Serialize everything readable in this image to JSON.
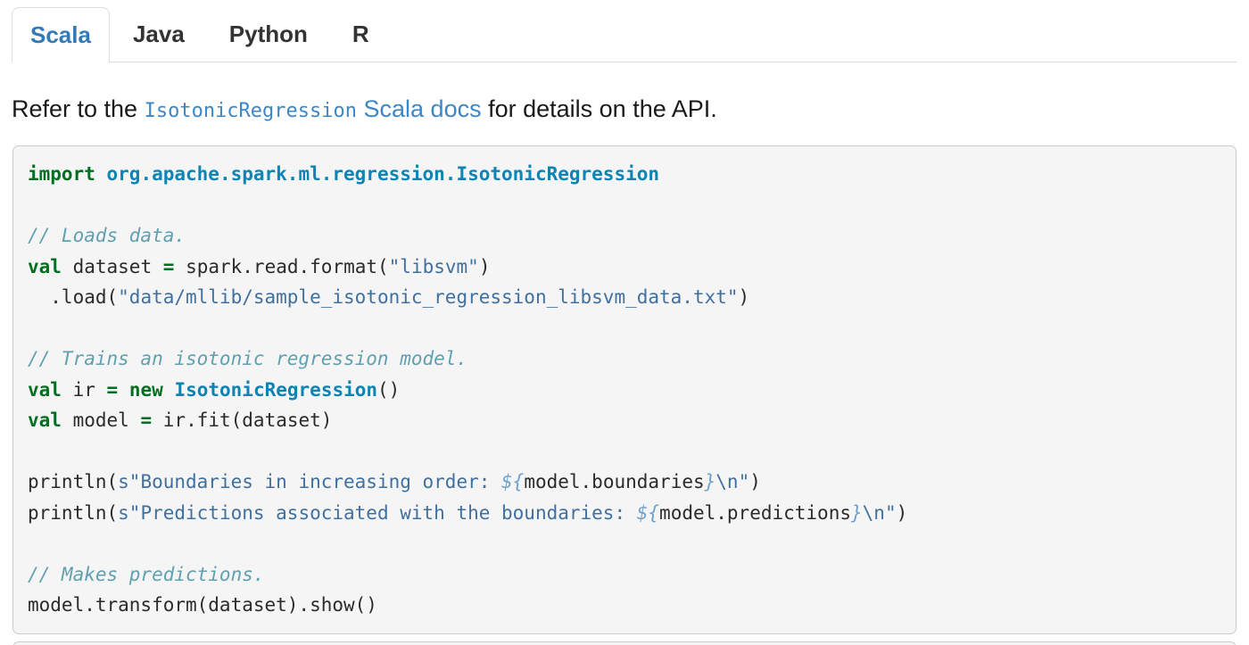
{
  "tabs": [
    {
      "label": "Scala",
      "active": true
    },
    {
      "label": "Java",
      "active": false
    },
    {
      "label": "Python",
      "active": false
    },
    {
      "label": "R",
      "active": false
    }
  ],
  "paragraph": {
    "prefix": "Refer to the ",
    "link_code": "IsotonicRegression",
    "link_text": " Scala docs",
    "suffix": " for details on the API."
  },
  "colors": {
    "link_blue": "#3e86c6",
    "tab_active_blue": "#337ab7",
    "tab_inactive_text": "#333333",
    "code_background": "#f5f5f5",
    "code_border": "#cccccc",
    "keyword_green": "#007020",
    "class_blue": "#0e84b5",
    "comment_teal": "#60a0b0",
    "string_blue": "#4070a0",
    "interpolation_blue": "#70a0d0"
  },
  "code": {
    "language": "scala",
    "lines": [
      [
        [
          "k",
          "import"
        ],
        [
          "w",
          " "
        ],
        [
          "nn",
          "org.apache.spark.ml.regression.IsotonicRegression"
        ]
      ],
      [],
      [
        [
          "c1",
          "// Loads data."
        ]
      ],
      [
        [
          "k",
          "val"
        ],
        [
          "w",
          " "
        ],
        [
          "n",
          "dataset"
        ],
        [
          "w",
          " "
        ],
        [
          "o",
          "="
        ],
        [
          "w",
          " "
        ],
        [
          "n",
          "spark.read.format("
        ],
        [
          "s",
          "\"libsvm\""
        ],
        [
          "n",
          ")"
        ]
      ],
      [
        [
          "n",
          "  .load("
        ],
        [
          "s",
          "\"data/mllib/sample_isotonic_regression_libsvm_data.txt\""
        ],
        [
          "n",
          ")"
        ]
      ],
      [],
      [
        [
          "c1",
          "// Trains an isotonic regression model."
        ]
      ],
      [
        [
          "k",
          "val"
        ],
        [
          "w",
          " "
        ],
        [
          "n",
          "ir"
        ],
        [
          "w",
          " "
        ],
        [
          "o",
          "="
        ],
        [
          "w",
          " "
        ],
        [
          "k",
          "new"
        ],
        [
          "w",
          " "
        ],
        [
          "nc",
          "IsotonicRegression"
        ],
        [
          "n",
          "()"
        ]
      ],
      [
        [
          "k",
          "val"
        ],
        [
          "w",
          " "
        ],
        [
          "n",
          "model"
        ],
        [
          "w",
          " "
        ],
        [
          "o",
          "="
        ],
        [
          "w",
          " "
        ],
        [
          "n",
          "ir.fit(dataset)"
        ]
      ],
      [],
      [
        [
          "n",
          "println("
        ],
        [
          "s",
          "s\"Boundaries in increasing order: "
        ],
        [
          "si",
          "${"
        ],
        [
          "n",
          "model.boundaries"
        ],
        [
          "si",
          "}"
        ],
        [
          "se",
          "\\n"
        ],
        [
          "s",
          "\""
        ],
        [
          "n",
          ")"
        ]
      ],
      [
        [
          "n",
          "println("
        ],
        [
          "s",
          "s\"Predictions associated with the boundaries: "
        ],
        [
          "si",
          "${"
        ],
        [
          "n",
          "model.predictions"
        ],
        [
          "si",
          "}"
        ],
        [
          "se",
          "\\n"
        ],
        [
          "s",
          "\""
        ],
        [
          "n",
          ")"
        ]
      ],
      [],
      [
        [
          "c1",
          "// Makes predictions."
        ]
      ],
      [
        [
          "n",
          "model.transform(dataset).show()"
        ]
      ]
    ]
  }
}
